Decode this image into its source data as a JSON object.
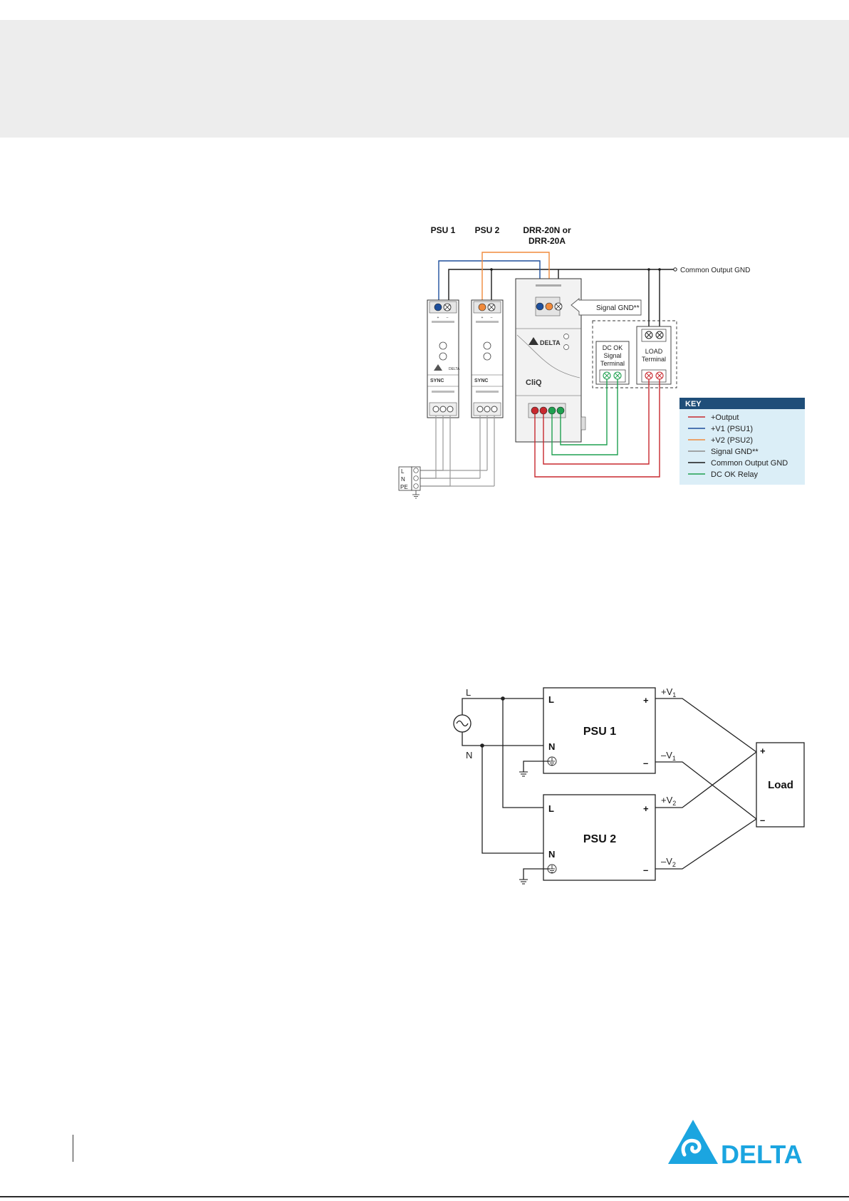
{
  "wiring_diagram": {
    "col_psu1": "PSU 1",
    "col_psu2": "PSU 2",
    "col_drr_line1": "DRR-20N or",
    "col_drr_line2": "DRR-20A",
    "common_output_gnd": "Common Output GND",
    "signal_gnd_callout": "Signal GND**",
    "dc_ok_terminal": [
      "DC OK",
      "Signal",
      "Terminal"
    ],
    "load_terminal": [
      "LOAD",
      "Terminal"
    ],
    "mains": [
      "L",
      "N",
      "PE"
    ],
    "psu_brand": "DELTA",
    "psu_series": "SYNC",
    "drr_brand": "DELTA",
    "drr_series": "CliQ",
    "key": {
      "title": "KEY",
      "items": [
        {
          "label": "+Output",
          "color": "#c8282e"
        },
        {
          "label": "+V1 (PSU1)",
          "color": "#1e4f9c"
        },
        {
          "label": "+V2 (PSU2)",
          "color": "#f08a3c"
        },
        {
          "label": "Signal GND**",
          "color": "#8c8c8c"
        },
        {
          "label": "Common Output GND",
          "color": "#1a1a1a"
        },
        {
          "label": "DC OK Relay",
          "color": "#1fa050"
        }
      ]
    }
  },
  "schematic": {
    "line_label": "L",
    "neutral_label": "N",
    "psu1": {
      "name": "PSU 1",
      "l": "L",
      "n": "N",
      "plus": "+",
      "minus": "–"
    },
    "psu2": {
      "name": "PSU 2",
      "l": "L",
      "n": "N",
      "plus": "+",
      "minus": "–"
    },
    "v1p": "+V",
    "v1n": "–V",
    "v2p": "+V",
    "v2n": "–V",
    "sub1": "1",
    "sub2": "2",
    "load": {
      "name": "Load",
      "plus": "+",
      "minus": "–"
    }
  },
  "footer": {
    "logo_text": "DELTA"
  },
  "colors": {
    "header_band": "#ededed",
    "key_header": "#1f4e79",
    "key_body": "#dbeef7",
    "delta_blue": "#1ba5e0"
  }
}
